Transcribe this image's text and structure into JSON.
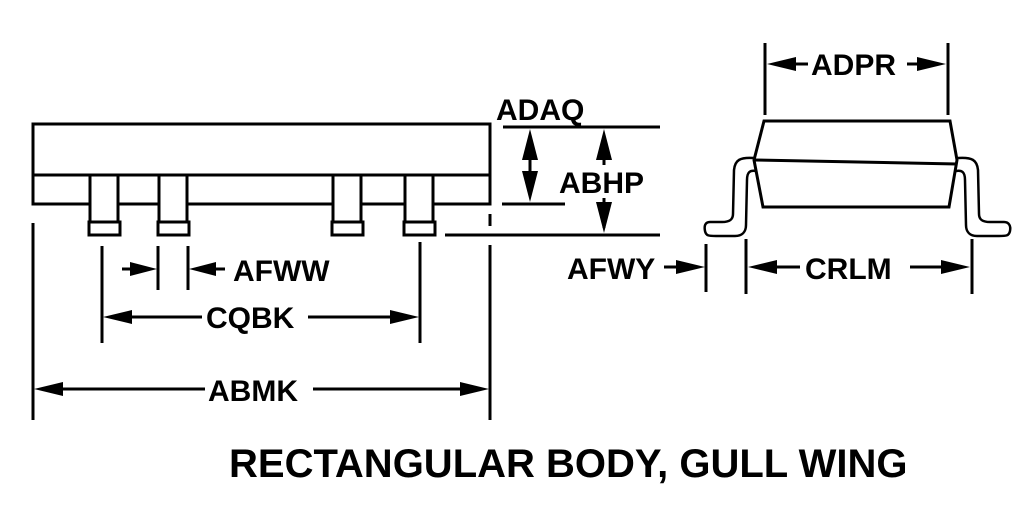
{
  "diagram": {
    "title": "RECTANGULAR BODY, GULL WING",
    "views": {
      "side_view": {
        "lead_count_shown": 4
      },
      "end_view": {}
    },
    "dimension_labels": {
      "adaq": "ADAQ",
      "abhp": "ABHP",
      "afww": "AFWW",
      "cqbk": "CQBK",
      "abmk": "ABMK",
      "afwy": "AFWY",
      "adpr": "ADPR",
      "crlm": "CRLM"
    }
  }
}
